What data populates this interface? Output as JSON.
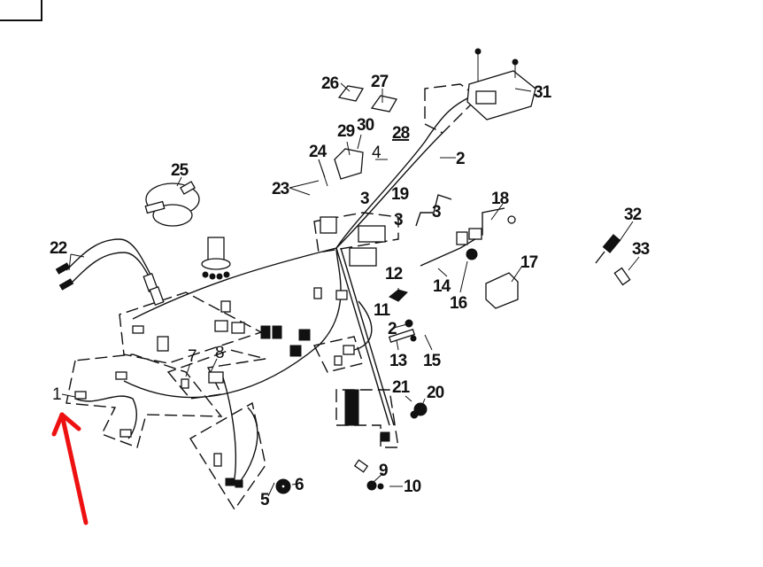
{
  "diagram": {
    "title": "Wiring harness exploded parts diagram",
    "annotation_color": "#ee1111",
    "annotation": "red-arrow pointing to callout 1",
    "callouts": [
      {
        "id": "c1",
        "label": "1"
      },
      {
        "id": "c2a",
        "label": "2"
      },
      {
        "id": "c2b",
        "label": "2"
      },
      {
        "id": "c3a",
        "label": "3"
      },
      {
        "id": "c3b",
        "label": "3"
      },
      {
        "id": "c3c",
        "label": "3"
      },
      {
        "id": "c4",
        "label": "4"
      },
      {
        "id": "c5",
        "label": "5"
      },
      {
        "id": "c6",
        "label": "6"
      },
      {
        "id": "c7",
        "label": "7"
      },
      {
        "id": "c8",
        "label": "8"
      },
      {
        "id": "c9",
        "label": "9"
      },
      {
        "id": "c10",
        "label": "10"
      },
      {
        "id": "c11",
        "label": "11"
      },
      {
        "id": "c12",
        "label": "12"
      },
      {
        "id": "c13",
        "label": "13"
      },
      {
        "id": "c14",
        "label": "14"
      },
      {
        "id": "c15",
        "label": "15"
      },
      {
        "id": "c16",
        "label": "16"
      },
      {
        "id": "c17",
        "label": "17"
      },
      {
        "id": "c18",
        "label": "18"
      },
      {
        "id": "c19",
        "label": "19"
      },
      {
        "id": "c20",
        "label": "20"
      },
      {
        "id": "c21",
        "label": "21"
      },
      {
        "id": "c22",
        "label": "22"
      },
      {
        "id": "c23",
        "label": "23"
      },
      {
        "id": "c24",
        "label": "24"
      },
      {
        "id": "c25",
        "label": "25"
      },
      {
        "id": "c26",
        "label": "26"
      },
      {
        "id": "c27",
        "label": "27"
      },
      {
        "id": "c28",
        "label": "28"
      },
      {
        "id": "c29",
        "label": "29"
      },
      {
        "id": "c30",
        "label": "30"
      },
      {
        "id": "c31",
        "label": "31"
      },
      {
        "id": "c32",
        "label": "32"
      },
      {
        "id": "c33",
        "label": "33"
      }
    ]
  }
}
